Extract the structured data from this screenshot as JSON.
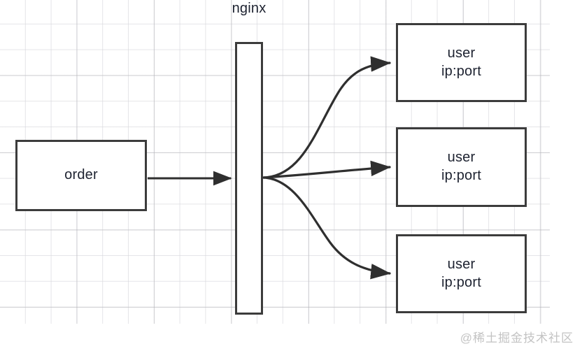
{
  "diagram": {
    "title_label": "nginx",
    "watermark": "@稀土掘金技术社区",
    "colors": {
      "stroke": "#3c3c3c",
      "text": "#1d2230",
      "background": "#ffffff",
      "grid_minor": "#d7d7dc",
      "grid_major": "#aaaaaf",
      "watermark": "#c3c3c3"
    },
    "nodes": {
      "order": {
        "label": "order"
      },
      "nginx": {
        "label": "nginx"
      },
      "user1": {
        "line1": "user",
        "line2": "ip:port"
      },
      "user2": {
        "line1": "user",
        "line2": "ip:port"
      },
      "user3": {
        "line1": "user",
        "line2": "ip:port"
      }
    },
    "edges": [
      {
        "name": "order-to-nginx",
        "from": "order",
        "to": "nginx",
        "style": "straight-arrow"
      },
      {
        "name": "nginx-to-user1",
        "from": "nginx",
        "to": "user1",
        "style": "curved-arrow-up"
      },
      {
        "name": "nginx-to-user2",
        "from": "nginx",
        "to": "user2",
        "style": "straight-arrow"
      },
      {
        "name": "nginx-to-user3",
        "from": "nginx",
        "to": "user3",
        "style": "curved-arrow-down"
      }
    ]
  }
}
